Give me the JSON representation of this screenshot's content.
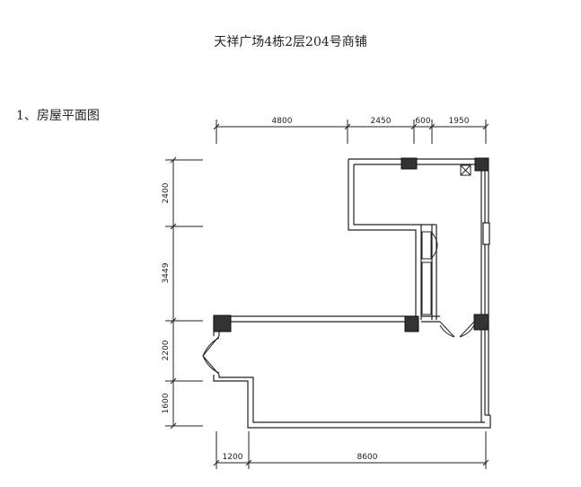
{
  "title": "天祥广场4栋2层204号商铺",
  "section_label": "1、房屋平面图",
  "dimensions": {
    "top": [
      "4800",
      "2450",
      "600",
      "1950"
    ],
    "left": [
      "2400",
      "3449",
      "2200",
      "1600"
    ],
    "bottom": [
      "1200",
      "8600"
    ]
  },
  "colors": {
    "line": "#222222",
    "column": "#333333"
  }
}
